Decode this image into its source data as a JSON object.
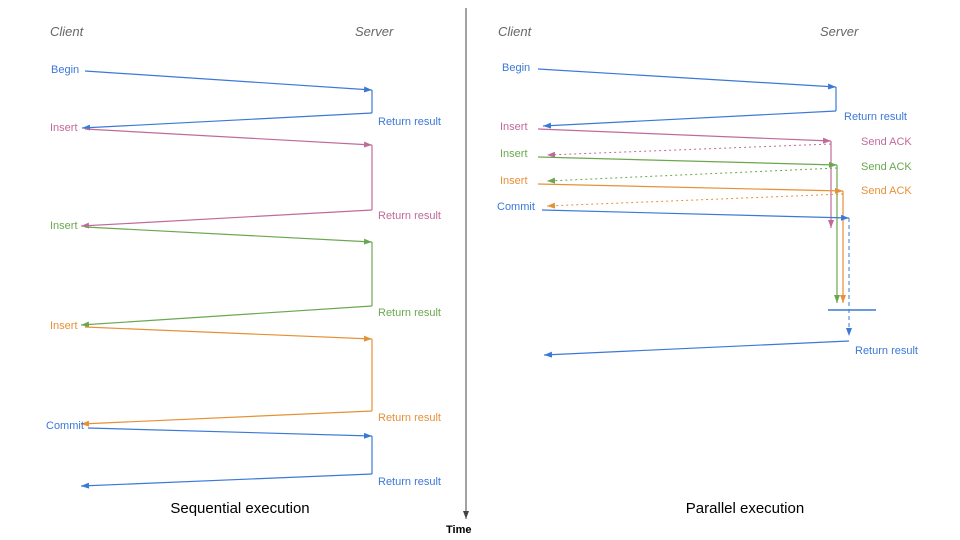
{
  "colors": {
    "blue": "#3c78d8",
    "pink": "#c06a9b",
    "green": "#6aa84f",
    "orange": "#e69138",
    "header_gray": "#666666",
    "axis": "#444444"
  },
  "time_axis": {
    "label": "Time"
  },
  "panels": {
    "sequential": {
      "caption": "Sequential execution",
      "client_header": "Client",
      "server_header": "Server",
      "messages": [
        {
          "label": "Begin",
          "response": "Return result",
          "color": "blue"
        },
        {
          "label": "Insert",
          "response": "Return result",
          "color": "pink"
        },
        {
          "label": "Insert",
          "response": "Return result",
          "color": "green"
        },
        {
          "label": "Insert",
          "response": "Return result",
          "color": "orange"
        },
        {
          "label": "Commit",
          "response": "Return result",
          "color": "blue"
        }
      ]
    },
    "parallel": {
      "caption": "Parallel execution",
      "client_header": "Client",
      "server_header": "Server",
      "messages": [
        {
          "label": "Begin",
          "response": "Return result",
          "color": "blue"
        },
        {
          "label": "Insert",
          "response": "Send ACK",
          "color": "pink"
        },
        {
          "label": "Insert",
          "response": "Send ACK",
          "color": "green"
        },
        {
          "label": "Insert",
          "response": "Send ACK",
          "color": "orange"
        },
        {
          "label": "Commit",
          "response": "Return result",
          "color": "blue"
        }
      ]
    }
  }
}
